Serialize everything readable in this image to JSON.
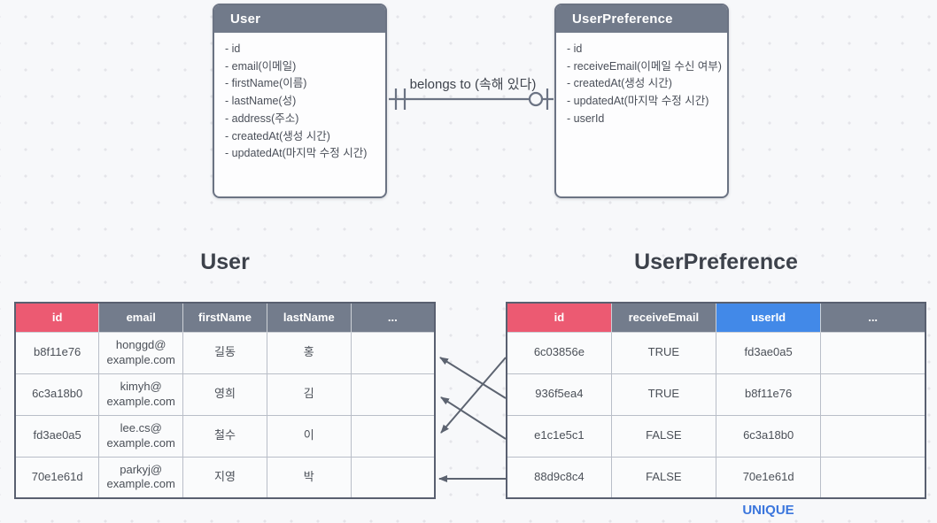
{
  "colors": {
    "background": "#f7f8fa",
    "entity_header": "#717a8a",
    "table_header_gray": "#737c8c",
    "table_header_red": "#ec5a72",
    "table_header_blue": "#4289e8",
    "arrow": "#5c6370",
    "unique_blue": "#3b76dd"
  },
  "erd": {
    "entities": [
      {
        "name": "User",
        "fields": [
          "- id",
          "- email(이메일)",
          "- firstName(이름)",
          "- lastName(성)",
          "- address(주소)",
          "- createdAt(생성 시간)",
          "- updatedAt(마지막 수정 시간)"
        ]
      },
      {
        "name": "UserPreference",
        "fields": [
          "- id",
          "- receiveEmail(이메일 수신 여부)",
          "- createdAt(생성 시간)",
          "- updatedAt(마지막 수정 시간)",
          "- userId"
        ]
      }
    ],
    "relationship": {
      "label": "belongs to (속해 있다)",
      "cardinality_user_side": "one-and-only-one",
      "cardinality_preference_side": "zero-or-one"
    }
  },
  "tables": {
    "user": {
      "title": "User",
      "headers": [
        "id",
        "email",
        "firstName",
        "lastName",
        "..."
      ],
      "rows": [
        [
          "b8f11e76",
          "honggd@\nexample.com",
          "길동",
          "홍",
          ""
        ],
        [
          "6c3a18b0",
          "kimyh@\nexample.com",
          "영희",
          "김",
          ""
        ],
        [
          "fd3ae0a5",
          "lee.cs@\nexample.com",
          "철수",
          "이",
          ""
        ],
        [
          "70e1e61d",
          "parkyj@\nexample.com",
          "지영",
          "박",
          ""
        ]
      ]
    },
    "user_preference": {
      "title": "UserPreference",
      "headers": [
        "id",
        "receiveEmail",
        "userId",
        "..."
      ],
      "rows": [
        [
          "6c03856e",
          "TRUE",
          "fd3ae0a5",
          ""
        ],
        [
          "936f5ea4",
          "TRUE",
          "b8f11e76",
          ""
        ],
        [
          "e1c1e5c1",
          "FALSE",
          "6c3a18b0",
          ""
        ],
        [
          "88d9c8c4",
          "FALSE",
          "70e1e61d",
          ""
        ]
      ],
      "unique_label": "UNIQUE"
    }
  }
}
